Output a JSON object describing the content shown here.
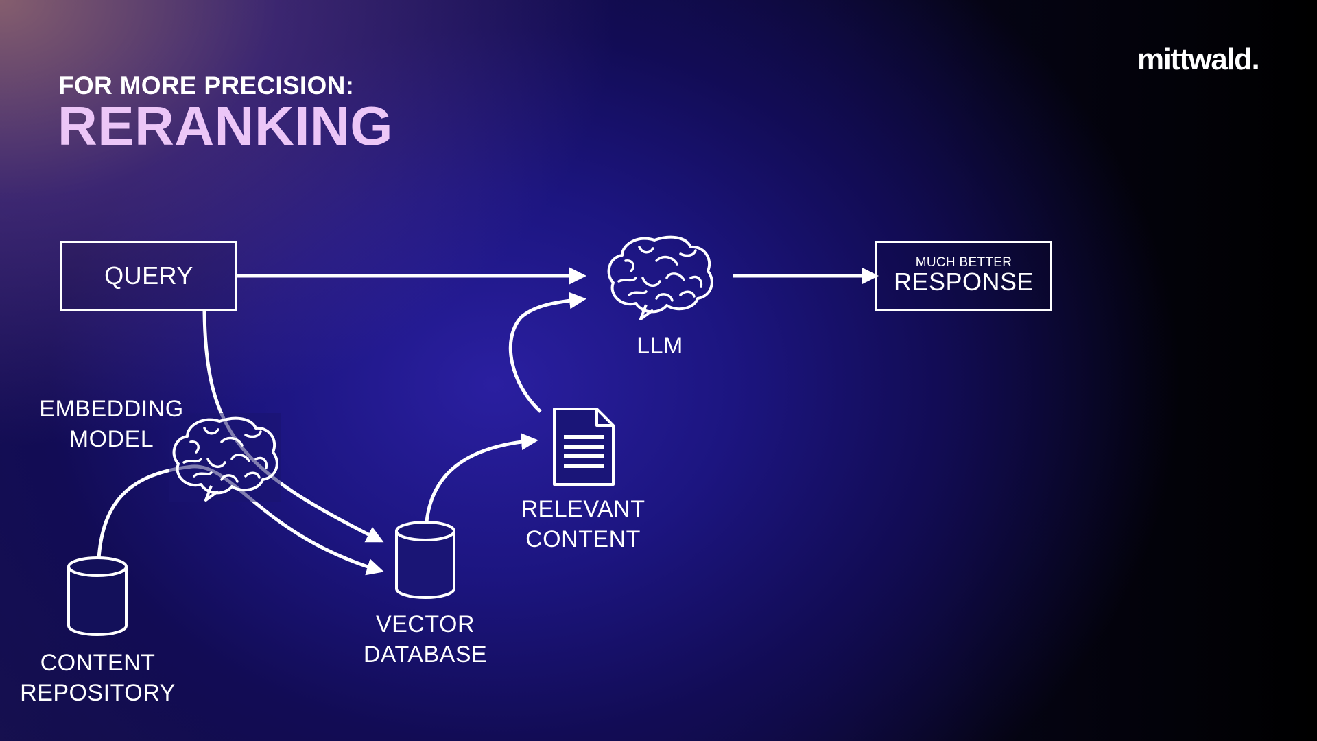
{
  "header": {
    "subtitle": "FOR MORE PRECISION:",
    "title": "RERANKING",
    "logo": "mittwald."
  },
  "nodes": {
    "query": {
      "label": "QUERY"
    },
    "embedding_model": {
      "line1": "EMBEDDING",
      "line2": "MODEL",
      "icon": "brain-icon"
    },
    "content_repository": {
      "line1": "CONTENT",
      "line2": "REPOSITORY",
      "icon": "database-icon"
    },
    "vector_database": {
      "line1": "VECTOR",
      "line2": "DATABASE",
      "icon": "database-icon"
    },
    "relevant_content": {
      "line1": "RELEVANT",
      "line2": "CONTENT",
      "icon": "document-icon"
    },
    "llm": {
      "label": "LLM",
      "icon": "brain-icon"
    },
    "response": {
      "small": "MUCH BETTER",
      "label": "RESPONSE"
    }
  },
  "colors": {
    "title_accent": "#ecc6f7",
    "lines": "#ffffff"
  }
}
